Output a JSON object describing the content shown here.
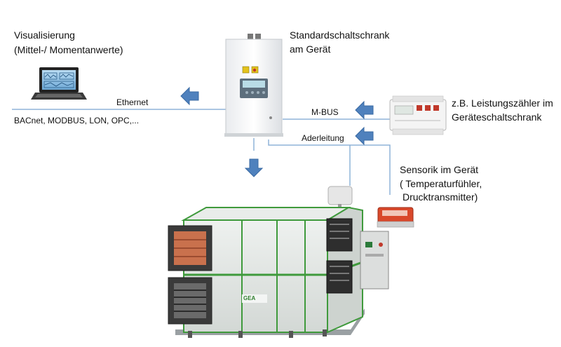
{
  "labels": {
    "visualisation_line1": "Visualisierung",
    "visualisation_line2": "(Mittel-/ Momentanwerte)",
    "cabinet_line1": "Standardschaltschrank",
    "cabinet_line2": "am Gerät",
    "meter_line1": "z.B. Leistungszähler im",
    "meter_line2": "Geräteschaltschrank",
    "sensors_line1": "Sensorik im Gerät",
    "sensors_line2": "( Temperaturfühler,",
    "sensors_line3": "Drucktransmitter)",
    "ethernet": "Ethernet",
    "protocols": "BACnet, MODBUS, LON, OPC,...",
    "mbus": "M-BUS",
    "wiring": "Aderleitung",
    "unit_brand": "GEA"
  },
  "colors": {
    "line": "#8fb4d8",
    "arrow": "#4f81bd",
    "arrow_border": "#3a6aa3",
    "frame_green": "#3f9a3c",
    "panel": "#dfe3e0"
  },
  "icons": {
    "computer": "laptop-icon",
    "cabinet": "control-cabinet",
    "meter": "energy-meter",
    "sensor_temp": "temperature-sensor",
    "sensor_pressure": "pressure-transmitter",
    "unit": "air-handling-unit"
  }
}
